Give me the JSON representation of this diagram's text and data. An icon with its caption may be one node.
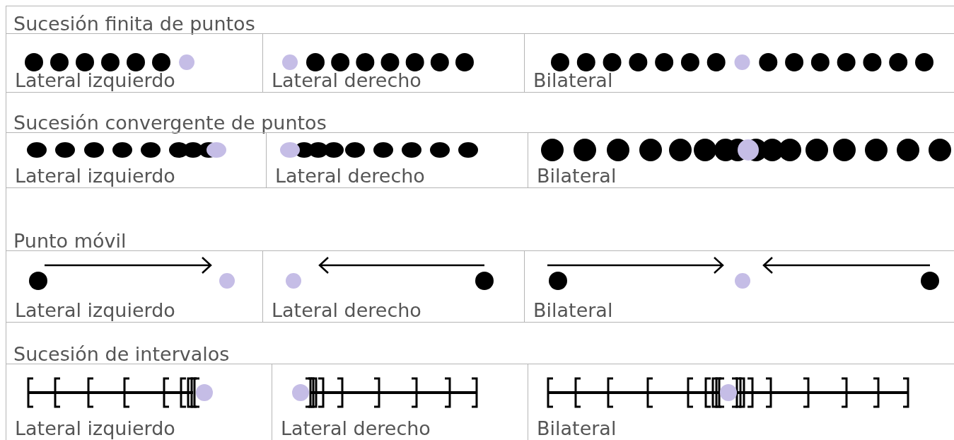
{
  "diagram": {
    "nodes": [
      {
        "text": [
          "Sucesión finita de puntos"
        ]
      },
      {
        "text": [
          "Lateral izquierdo"
        ],
        "in": 0
      },
      {
        "text": [
          "Lateral derecho"
        ],
        "in": 0
      },
      {
        "text": [
          "Bilateral"
        ],
        "in": 0
      },
      {
        "text": [
          "Sucesión convergente de puntos"
        ]
      },
      {
        "text": [
          "Lateral izquierdo"
        ],
        "in": 4
      },
      {
        "text": [
          "Lateral derecho"
        ],
        "in": 4
      },
      {
        "text": [
          "Bilateral"
        ],
        "in": 4
      },
      {
        "text": [
          "Punto móvil"
        ]
      },
      {
        "text": [
          "Lateral izquierdo"
        ],
        "in": 8
      },
      {
        "text": [
          "Lateral derecho"
        ],
        "in": 8
      },
      {
        "text": [
          "Bilateral"
        ],
        "in": 8
      },
      {
        "text": [
          "Sucesión de intervalos"
        ]
      },
      {
        "text": [
          "Lateral izquierdo"
        ],
        "in": 12
      },
      {
        "text": [
          "Lateral derecho"
        ],
        "in": 12
      },
      {
        "text": [
          "Bilateral"
        ],
        "in": 12
      }
    ]
  }
}
